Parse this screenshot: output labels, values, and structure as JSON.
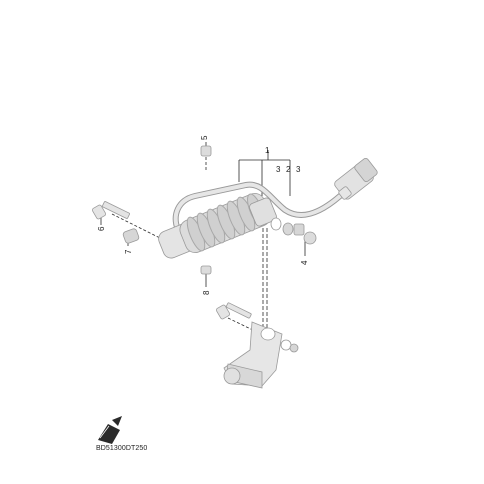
{
  "diagram": {
    "callouts": {
      "c1": "1",
      "c2": "2",
      "c3a": "3",
      "c3b": "3",
      "c4": "4",
      "c5": "5",
      "c6": "6",
      "c7": "7",
      "c8": "8"
    },
    "caption": "BD51300DT250",
    "colors": {
      "line": "#2b2b2b",
      "part_fill": "#e6e6e6",
      "part_shadow": "#cfcfcf",
      "part_edge": "#9a9a9a"
    },
    "icons": {
      "front_arrow": "front-direction-arrow-icon"
    }
  }
}
